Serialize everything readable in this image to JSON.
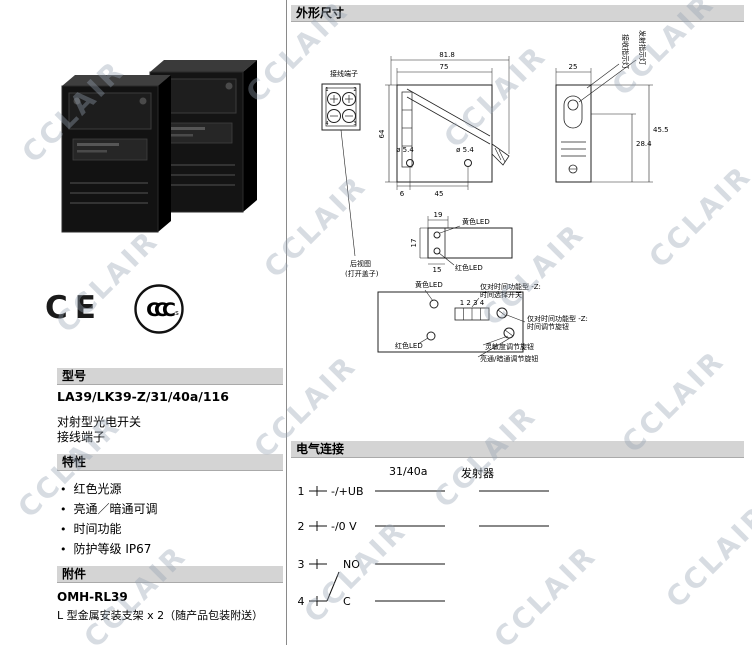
{
  "watermark": "CCLAIR",
  "certs": {
    "ce": "CE",
    "ccc": "CCC",
    "ccc_s": "s"
  },
  "left": {
    "model": {
      "header": "型号",
      "name": "LA39/LK39-Z/31/40a/116",
      "desc_line1": "对射型光电开关",
      "desc_line2": "接线端子"
    },
    "features": {
      "header": "特性",
      "items": [
        "红色光源",
        "亮通／暗通可调",
        "时间功能",
        "防护等级 IP67"
      ]
    },
    "accessories": {
      "header": "附件",
      "name": "OMH-RL39",
      "desc": "L 型金属安装支架 x 2（随产品包装附送）"
    }
  },
  "dimensions": {
    "header": "外形尺寸",
    "terminal_label": "接线端子",
    "connector_pins": [
      "1",
      "2",
      "3",
      "4"
    ],
    "front": {
      "dim_total_width": "81.8",
      "dim_width": "75",
      "dim_height": "64",
      "hole1": "ø 5.4",
      "hole2": "ø 5.4",
      "dim_offset": "6",
      "dim_hole_span": "45"
    },
    "side": {
      "dim_width": "25",
      "dim_depth_inner": "28.4",
      "dim_depth_outer": "45.5",
      "label_rx": "接收指示灯",
      "label_tx": "发射指示灯"
    },
    "rear": {
      "label_line1": "后视图",
      "label_line2": "(打开盖子)",
      "dim_w": "19",
      "dim_h": "17",
      "dim_b": "15",
      "yellow_led": "黄色LED",
      "red_led": "红色LED"
    },
    "inside": {
      "yellow_led": "黄色LED",
      "red_led": "红色LED",
      "dip_numbers": "1 2 3 4",
      "timer_switch_l1": "仅对时间功能型 -Z:",
      "timer_switch_l2": "时间选择开关",
      "timer_knob_l1": "仅对时间功能型 -Z:",
      "timer_knob_l2": "时间调节旋钮",
      "sensitivity": "灵敏度调节旋钮",
      "light_dark": "亮通/暗通调节旋钮"
    }
  },
  "electrical": {
    "header": "电气连接",
    "col_model": "31/40a",
    "col_emitter": "发射器",
    "pins": [
      {
        "no": "1",
        "label": "-/+UB"
      },
      {
        "no": "2",
        "label": "-/0 V"
      },
      {
        "no": "3",
        "label": "NO"
      },
      {
        "no": "4",
        "label": "C"
      }
    ]
  }
}
